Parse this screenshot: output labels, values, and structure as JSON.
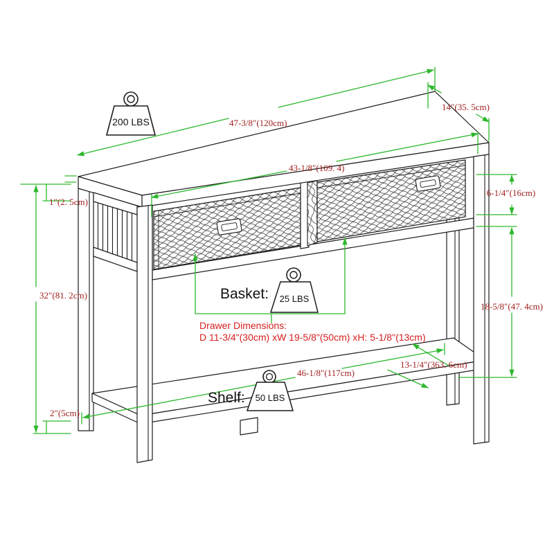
{
  "colors": {
    "background": "#ffffff",
    "line": "#1c1c1c",
    "dimension_green": "#2db82d",
    "dim_label_maroon": "#a02020",
    "note_red": "#d62020"
  },
  "weight_badges": {
    "top": "200 LBS",
    "basket": "25 LBS",
    "shelf": "50 LBS"
  },
  "callouts": {
    "basket": "Basket:",
    "shelf": "Shelf:"
  },
  "note": {
    "title": "Drawer Dimensions:",
    "body": "D 11-3/4\"(30cm) xW 19-5/8\"(50cm) xH: 5-1/8\"(13cm)"
  },
  "dims": {
    "top_width": "47-3/8″(120cm)",
    "top_depth": "14″(35. 5cm)",
    "inner_width": "43-1/8″(109. 4)",
    "top_thickness": "1″(2. 5cm)",
    "overall_height": "32″(81. 2cm)",
    "basket_height": "6-1/4″(16cm)",
    "shelf_clearance": "18-5/8″(47. 4cm)",
    "shelf_width": "46-1/8″(117cm)",
    "shelf_depth": "13-1/4″(363. 6cm)",
    "shelf_height": "2″(5cm)"
  }
}
